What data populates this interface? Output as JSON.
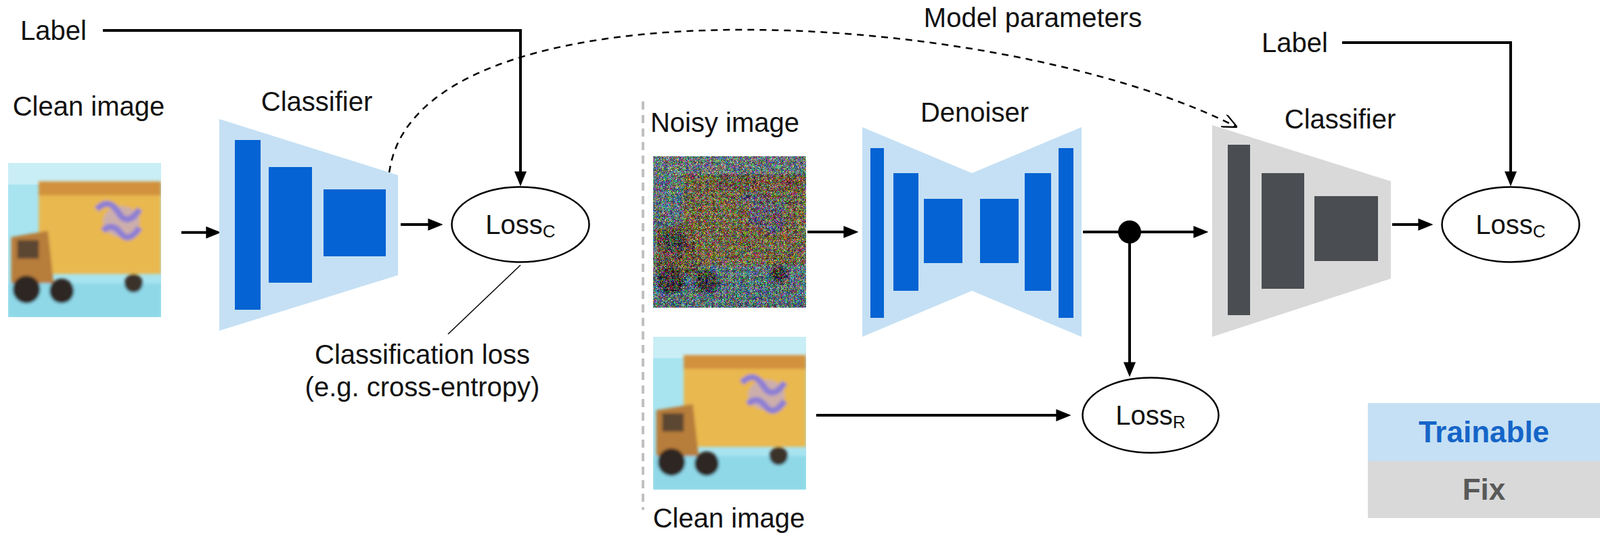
{
  "diagram": {
    "nodes": [
      {
        "text": [
          "Clean image"
        ]
      },
      {
        "text": [
          "Classifier"
        ]
      },
      {
        "text": [
          "Loss",
          "C"
        ]
      },
      {
        "text": [
          "Noisy image"
        ]
      },
      {
        "text": [
          "Denoiser"
        ]
      },
      {
        "text": [
          "Classifier"
        ]
      },
      {
        "text": [
          "Loss",
          "C"
        ]
      },
      {
        "text": [
          "Clean image"
        ]
      },
      {
        "text": [
          "Loss",
          "R"
        ]
      }
    ],
    "edges": [
      {
        "from": 0,
        "to": 1,
        "arrow": "to"
      },
      {
        "from": 1,
        "to": 2,
        "arrow": "to"
      },
      {
        "from": 1,
        "to": 5,
        "label": "Model parameters",
        "arrow": "to"
      },
      {
        "from": 3,
        "to": 4,
        "arrow": "to"
      },
      {
        "from": 4,
        "to": 5,
        "arrow": "to"
      },
      {
        "from": 4,
        "to": 8,
        "arrow": "to"
      },
      {
        "from": 5,
        "to": 6,
        "arrow": "to"
      },
      {
        "from": 7,
        "to": 8,
        "arrow": "to"
      }
    ],
    "labels": [
      "Label",
      "Classification loss (e.g. cross-entropy)",
      "Label"
    ],
    "legend": [
      {
        "text": "Trainable",
        "color": "#c5e0f4"
      },
      {
        "text": "Fix",
        "color": "#d9d9d9"
      }
    ]
  }
}
